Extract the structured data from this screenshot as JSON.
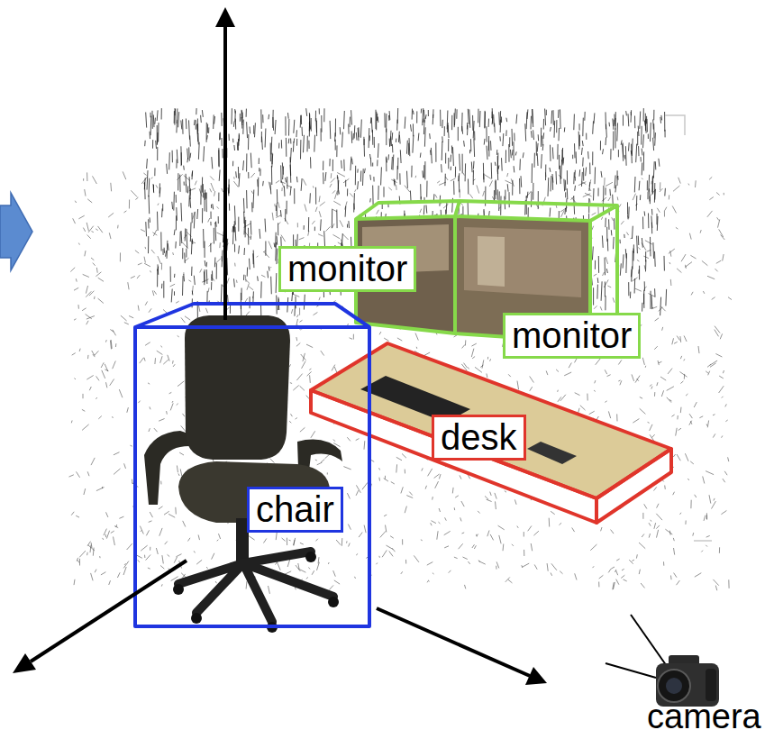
{
  "diagram": {
    "nodes": [
      {
        "text": [
          "monitor"
        ]
      },
      {
        "text": [
          "monitor"
        ]
      },
      {
        "text": [
          "desk"
        ]
      },
      {
        "text": [
          "chair"
        ]
      }
    ],
    "labels": [
      "camera"
    ]
  }
}
